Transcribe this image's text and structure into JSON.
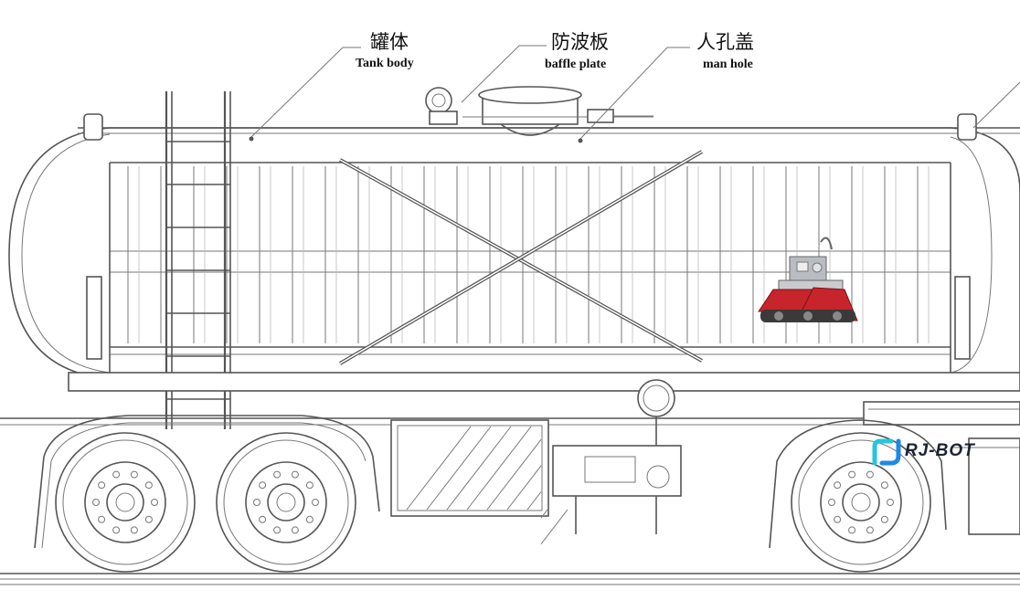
{
  "labels": {
    "tank_body": {
      "zh": "罐体",
      "en": "Tank body"
    },
    "baffle_plate": {
      "zh": "防波板",
      "en": "baffle plate"
    },
    "man_hole": {
      "zh": "人孔盖",
      "en": "man hole"
    }
  },
  "brand": {
    "name": "RJ-BOT",
    "accent": "#1e88e5",
    "accent2": "#26c6da"
  },
  "colors": {
    "line": "#555555",
    "robot_red": "#c8242b",
    "robot_grey": "#b9bcc0"
  }
}
